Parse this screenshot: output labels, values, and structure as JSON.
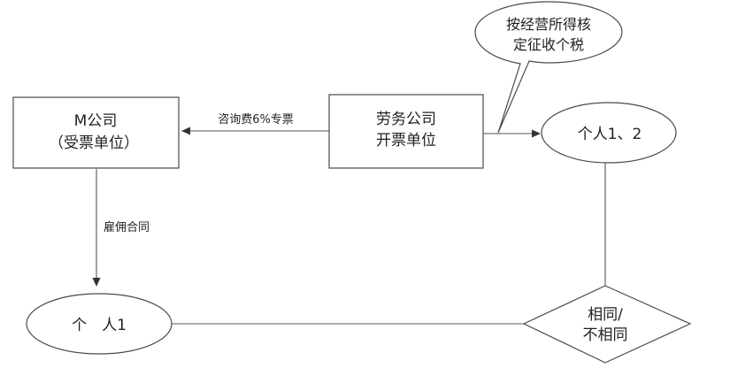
{
  "nodes": {
    "m_company": {
      "line1": "M公司",
      "line2": "（受票单位）"
    },
    "labor_company": {
      "line1": "劳务公司",
      "line2": "开票单位"
    },
    "individuals_1_2": {
      "label": "个人1、2"
    },
    "individual_1": {
      "label": "个　人1"
    },
    "decision": {
      "line1": "相同/",
      "line2": "不相同"
    }
  },
  "callout": {
    "line1": "按经营所得核",
    "line2": "定征收个税"
  },
  "edges": {
    "consulting_invoice": "咨询费6%专票",
    "employment_contract": "雇佣合同"
  }
}
